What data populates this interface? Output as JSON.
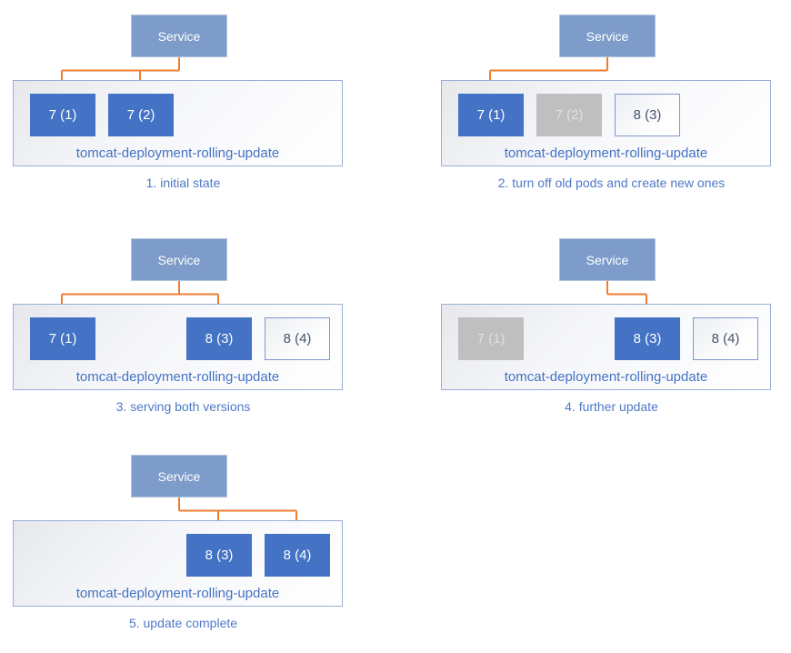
{
  "colors": {
    "service_fill": "#7D9CC9",
    "service_border": "#AFC4DF",
    "pod_active": "#4472C4",
    "pod_inactive": "#BFBFBF",
    "pod_inactive_text": "#DCE0E6",
    "pod_new_border": "#7F97CE",
    "pod_new_text": "#44546A",
    "container_border": "#9AAFD6",
    "label_text": "#4472C4",
    "caption_text": "#4E79C8",
    "arrow": "#ED7D31"
  },
  "panels": [
    {
      "service_label": "Service",
      "deployment_label": "tomcat-deployment-rolling-update",
      "caption": "1. initial state",
      "pods": [
        {
          "label": "7 (1)",
          "state": "active",
          "slot": 0
        },
        {
          "label": "7 (2)",
          "state": "active",
          "slot": 1
        }
      ],
      "arrow_target_slots": [
        0,
        1
      ],
      "layout": {
        "col": 0,
        "row": 0
      }
    },
    {
      "service_label": "Service",
      "deployment_label": "tomcat-deployment-rolling-update",
      "caption": "2. turn off old pods and create new ones",
      "pods": [
        {
          "label": "7 (1)",
          "state": "active",
          "slot": 0
        },
        {
          "label": "7 (2)",
          "state": "inactive",
          "slot": 1
        },
        {
          "label": "8 (3)",
          "state": "new",
          "slot": 2
        }
      ],
      "arrow_target_slots": [
        0
      ],
      "layout": {
        "col": 1,
        "row": 0
      }
    },
    {
      "service_label": "Service",
      "deployment_label": "tomcat-deployment-rolling-update",
      "caption": "3. serving both versions",
      "pods": [
        {
          "label": "7 (1)",
          "state": "active",
          "slot": 0
        },
        {
          "label": "8 (3)",
          "state": "active",
          "slot": 2
        },
        {
          "label": "8 (4)",
          "state": "new",
          "slot": 3
        }
      ],
      "arrow_target_slots": [
        0,
        2
      ],
      "layout": {
        "col": 0,
        "row": 1
      }
    },
    {
      "service_label": "Service",
      "deployment_label": "tomcat-deployment-rolling-update",
      "caption": "4. further update",
      "pods": [
        {
          "label": "7 (1)",
          "state": "inactive",
          "slot": 0
        },
        {
          "label": "8 (3)",
          "state": "active",
          "slot": 2
        },
        {
          "label": "8 (4)",
          "state": "new",
          "slot": 3
        }
      ],
      "arrow_target_slots": [
        2
      ],
      "layout": {
        "col": 1,
        "row": 1
      }
    },
    {
      "service_label": "Service",
      "deployment_label": "tomcat-deployment-rolling-update",
      "caption": "5. update complete",
      "pods": [
        {
          "label": "8 (3)",
          "state": "active",
          "slot": 2
        },
        {
          "label": "8 (4)",
          "state": "active",
          "slot": 3
        }
      ],
      "arrow_target_slots": [
        2,
        3
      ],
      "layout": {
        "col": 0,
        "row": 2
      }
    }
  ]
}
